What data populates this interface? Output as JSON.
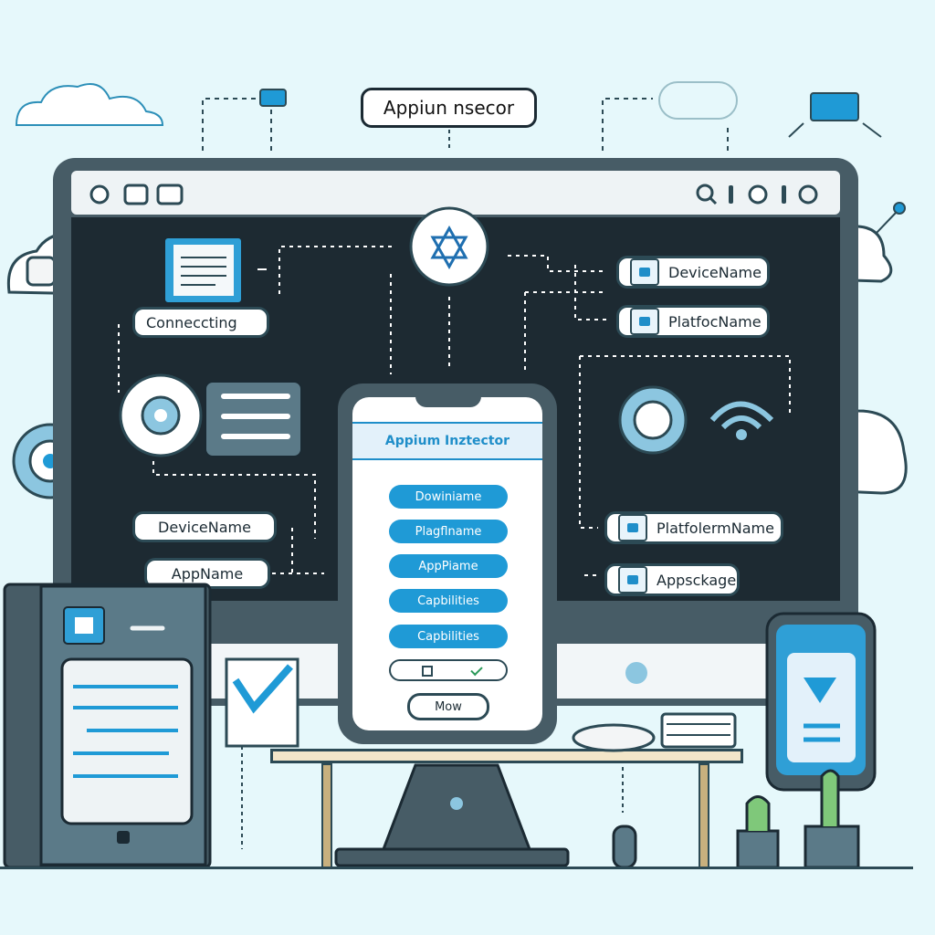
{
  "title": "Appiun nsecor",
  "labels": {
    "connecting": "Conneccting",
    "device_name_right": "DeviceName",
    "platform_name_right": "PlatfocName",
    "device_name_left": "DeviceName",
    "app_name_left": "AppName",
    "platform_name_mid": "PlatfolermName",
    "app_package": "Appsckage"
  },
  "phone": {
    "header": "Appium Inztector",
    "buttons": [
      "Dowiniame",
      "Plagflname",
      "AppPiame",
      "Capbilities",
      "Capbilities"
    ],
    "move_button": "Mow"
  },
  "colors": {
    "accent": "#1f9ad6",
    "outline": "#2c4a55",
    "screen": "#1d2a32",
    "background": "#e6f8fb"
  }
}
